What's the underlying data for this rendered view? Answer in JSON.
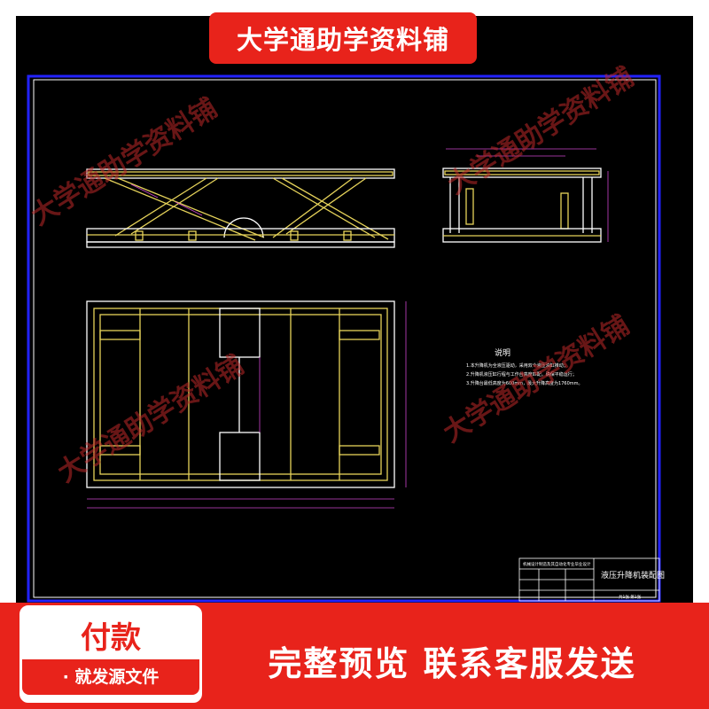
{
  "banner": {
    "top_title": "大学通助学资料铺"
  },
  "watermarks": [
    "大学通助学资料铺",
    "大学通助学资料铺",
    "大学通助学资料铺",
    "大学通助学资料铺"
  ],
  "drawing": {
    "notes_title": "说明",
    "notes": [
      "1.本升降机为全液压驱动，采用双个液压油缸推动；",
      "2.升降机液压缸行程与工作台高度匹配，确保平稳运行；",
      "3.升降台最低高度为600mm，最大升降高度为1760mm。"
    ],
    "title_block": {
      "drawing_name": "液压升降机装配图",
      "school_line": "机械设计制造及其自动化专业毕业设计",
      "sheet_info": "共1张  第1张"
    },
    "colors": {
      "frame": "#2222ff",
      "lines": "#ffffff",
      "structure": "#e6d35a",
      "dims": "#cc44cc",
      "center": "#ffffff"
    }
  },
  "footer": {
    "pay_label": "付款",
    "pay_sub": "· 就发源文件",
    "right_text": "完整预览  联系客服发送"
  }
}
